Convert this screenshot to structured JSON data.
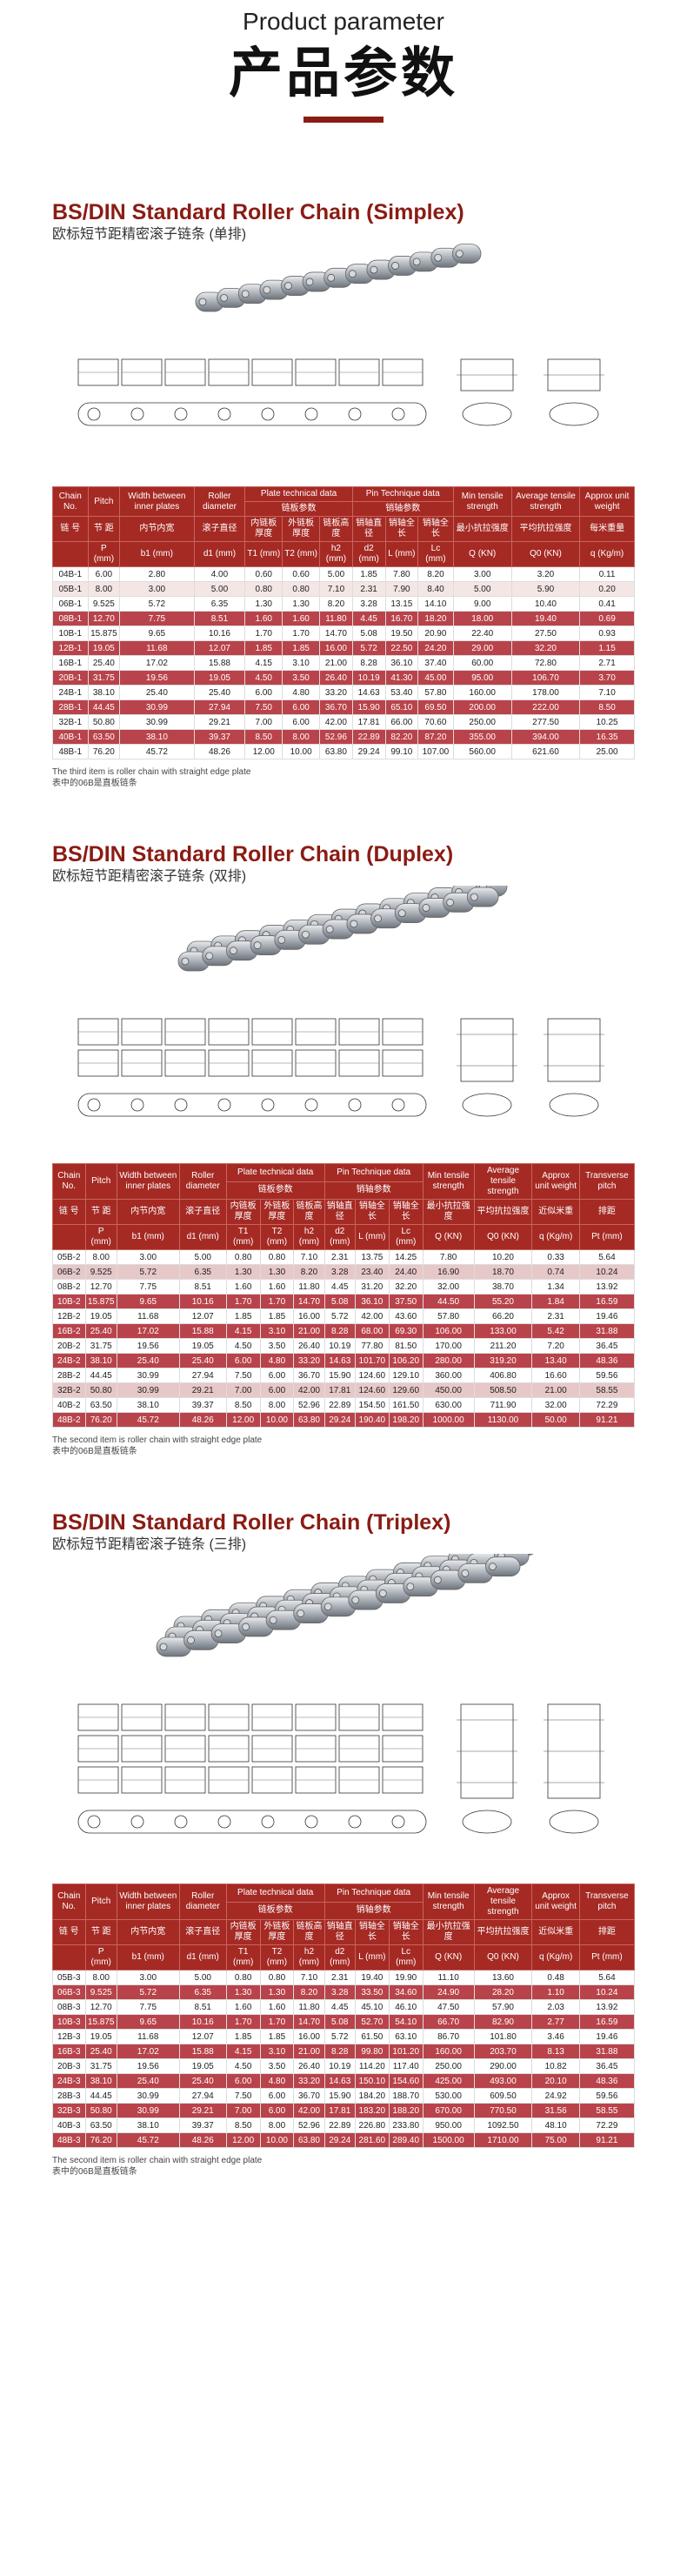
{
  "header": {
    "title_en": "Product parameter",
    "title_cn": "产品参数"
  },
  "sections": [
    {
      "title": "BS/DIN Standard Roller Chain (Simplex)",
      "subtitle": "欧标短节距精密滚子链条 (单排)",
      "head": {
        "chain_no": "Chain No.",
        "pitch": "Pitch",
        "width": "Width between inner plates",
        "roller": "Roller diameter",
        "plate": "Plate technical data",
        "pin": "Pin Technique data",
        "min_tensile": "Min tensile strength",
        "avg_tensile": "Average tensile strength",
        "weight": "Approx unit weight"
      },
      "head_cn": {
        "chain_no": "链 号",
        "pitch": "节 距",
        "width": "内节内宽",
        "roller": "滚子直径",
        "plate": "链板参数",
        "pin": "销轴参数",
        "t1": "内链板厚度",
        "t2": "外链板厚度",
        "h2": "链板高度",
        "d2": "销轴直径",
        "l": "销轴全长",
        "lc": "销轴全长",
        "q": "最小抗拉强度",
        "q0": "平均抗拉强度",
        "q_w": "每米重量"
      },
      "units": [
        "P (mm)",
        "b1 (mm)",
        "d1 (mm)",
        "T1 (mm)",
        "T2 (mm)",
        "h2 (mm)",
        "d2 (mm)",
        "L (mm)",
        "Lc (mm)",
        "Q (KN)",
        "Q0 (KN)",
        "q (Kg/m)"
      ],
      "rows": [
        [
          "04B-1",
          "6.00",
          "2.80",
          "4.00",
          "0.60",
          "0.60",
          "5.00",
          "1.85",
          "7.80",
          "8.20",
          "3.00",
          "3.20",
          "0.11"
        ],
        [
          "05B-1",
          "8.00",
          "3.00",
          "5.00",
          "0.80",
          "0.80",
          "7.10",
          "2.31",
          "7.90",
          "8.40",
          "5.00",
          "5.90",
          "0.20"
        ],
        [
          "06B-1",
          "9.525",
          "5.72",
          "6.35",
          "1.30",
          "1.30",
          "8.20",
          "3.28",
          "13.15",
          "14.10",
          "9.00",
          "10.40",
          "0.41"
        ],
        [
          "08B-1",
          "12.70",
          "7.75",
          "8.51",
          "1.60",
          "1.60",
          "11.80",
          "4.45",
          "16.70",
          "18.20",
          "18.00",
          "19.40",
          "0.69"
        ],
        [
          "10B-1",
          "15.875",
          "9.65",
          "10.16",
          "1.70",
          "1.70",
          "14.70",
          "5.08",
          "19.50",
          "20.90",
          "22.40",
          "27.50",
          "0.93"
        ],
        [
          "12B-1",
          "19.05",
          "11.68",
          "12.07",
          "1.85",
          "1.85",
          "16.00",
          "5.72",
          "22.50",
          "24.20",
          "29.00",
          "32.20",
          "1.15"
        ],
        [
          "16B-1",
          "25.40",
          "17.02",
          "15.88",
          "4.15",
          "3.10",
          "21.00",
          "8.28",
          "36.10",
          "37.40",
          "60.00",
          "72.80",
          "2.71"
        ],
        [
          "20B-1",
          "31.75",
          "19.56",
          "19.05",
          "4.50",
          "3.50",
          "26.40",
          "10.19",
          "41.30",
          "45.00",
          "95.00",
          "106.70",
          "3.70"
        ],
        [
          "24B-1",
          "38.10",
          "25.40",
          "25.40",
          "6.00",
          "4.80",
          "33.20",
          "14.63",
          "53.40",
          "57.80",
          "160.00",
          "178.00",
          "7.10"
        ],
        [
          "28B-1",
          "44.45",
          "30.99",
          "27.94",
          "7.50",
          "6.00",
          "36.70",
          "15.90",
          "65.10",
          "69.50",
          "200.00",
          "222.00",
          "8.50"
        ],
        [
          "32B-1",
          "50.80",
          "30.99",
          "29.21",
          "7.00",
          "6.00",
          "42.00",
          "17.81",
          "66.00",
          "70.60",
          "250.00",
          "277.50",
          "10.25"
        ],
        [
          "40B-1",
          "63.50",
          "38.10",
          "39.37",
          "8.50",
          "8.00",
          "52.96",
          "22.89",
          "82.20",
          "87.20",
          "355.00",
          "394.00",
          "16.35"
        ],
        [
          "48B-1",
          "76.20",
          "45.72",
          "48.26",
          "12.00",
          "10.00",
          "63.80",
          "29.24",
          "99.10",
          "107.00",
          "560.00",
          "621.60",
          "25.00"
        ]
      ],
      "row_class": [
        "",
        "alt",
        "",
        "hl",
        "",
        "hl",
        "",
        "hl",
        "",
        "hl",
        "",
        "hl",
        ""
      ],
      "note_en": "The third item is roller chain with straight edge plate",
      "note_cn": "表中的06B是直板链条"
    },
    {
      "title": "BS/DIN Standard Roller Chain (Duplex)",
      "subtitle": "欧标短节距精密滚子链条 (双排)",
      "head": {
        "chain_no": "Chain No.",
        "pitch": "Pitch",
        "width": "Width between inner plates",
        "roller": "Roller diameter",
        "plate": "Plate technical data",
        "pin": "Pin Technique data",
        "min_tensile": "Min tensile strength",
        "avg_tensile": "Average tensile strength",
        "weight": "Approx unit weight",
        "transverse": "Transverse pitch"
      },
      "head_cn": {
        "chain_no": "链 号",
        "pitch": "节 距",
        "width": "内节内宽",
        "roller": "滚子直径",
        "plate": "链板参数",
        "pin": "销轴参数",
        "t1": "内链板厚度",
        "t2": "外链板厚度",
        "h2": "链板高度",
        "d2": "销轴直径",
        "l": "销轴全长",
        "lc": "销轴全长",
        "q": "最小抗拉强度",
        "q0": "平均抗拉强度",
        "q_w": "近似米重",
        "pt": "排距"
      },
      "units": [
        "P (mm)",
        "b1 (mm)",
        "d1 (mm)",
        "T1 (mm)",
        "T2 (mm)",
        "h2 (mm)",
        "d2 (mm)",
        "L (mm)",
        "Lc (mm)",
        "Q (KN)",
        "Q0 (KN)",
        "q (Kg/m)",
        "Pt (mm)"
      ],
      "rows": [
        [
          "05B-2",
          "8.00",
          "3.00",
          "5.00",
          "0.80",
          "0.80",
          "7.10",
          "2.31",
          "13.75",
          "14.25",
          "7.80",
          "10.20",
          "0.33",
          "5.64"
        ],
        [
          "06B-2",
          "9.525",
          "5.72",
          "6.35",
          "1.30",
          "1.30",
          "8.20",
          "3.28",
          "23.40",
          "24.40",
          "16.90",
          "18.70",
          "0.74",
          "10.24"
        ],
        [
          "08B-2",
          "12.70",
          "7.75",
          "8.51",
          "1.60",
          "1.60",
          "11.80",
          "4.45",
          "31.20",
          "32.20",
          "32.00",
          "38.70",
          "1.34",
          "13.92"
        ],
        [
          "10B-2",
          "15.875",
          "9.65",
          "10.16",
          "1.70",
          "1.70",
          "14.70",
          "5.08",
          "36.10",
          "37.50",
          "44.50",
          "55.20",
          "1.84",
          "16.59"
        ],
        [
          "12B-2",
          "19.05",
          "11.68",
          "12.07",
          "1.85",
          "1.85",
          "16.00",
          "5.72",
          "42.00",
          "43.60",
          "57.80",
          "66.20",
          "2.31",
          "19.46"
        ],
        [
          "16B-2",
          "25.40",
          "17.02",
          "15.88",
          "4.15",
          "3.10",
          "21.00",
          "8.28",
          "68.00",
          "69.30",
          "106.00",
          "133.00",
          "5.42",
          "31.88"
        ],
        [
          "20B-2",
          "31.75",
          "19.56",
          "19.05",
          "4.50",
          "3.50",
          "26.40",
          "10.19",
          "77.80",
          "81.50",
          "170.00",
          "211.20",
          "7.20",
          "36.45"
        ],
        [
          "24B-2",
          "38.10",
          "25.40",
          "25.40",
          "6.00",
          "4.80",
          "33.20",
          "14.63",
          "101.70",
          "106.20",
          "280.00",
          "319.20",
          "13.40",
          "48.36"
        ],
        [
          "28B-2",
          "44.45",
          "30.99",
          "27.94",
          "7.50",
          "6.00",
          "36.70",
          "15.90",
          "124.60",
          "129.10",
          "360.00",
          "406.80",
          "16.60",
          "59.56"
        ],
        [
          "32B-2",
          "50.80",
          "30.99",
          "29.21",
          "7.00",
          "6.00",
          "42.00",
          "17.81",
          "124.60",
          "129.60",
          "450.00",
          "508.50",
          "21.00",
          "58.55"
        ],
        [
          "40B-2",
          "63.50",
          "38.10",
          "39.37",
          "8.50",
          "8.00",
          "52.96",
          "22.89",
          "154.50",
          "161.50",
          "630.00",
          "711.90",
          "32.00",
          "72.29"
        ],
        [
          "48B-2",
          "76.20",
          "45.72",
          "48.26",
          "12.00",
          "10.00",
          "63.80",
          "29.24",
          "190.40",
          "198.20",
          "1000.00",
          "1130.00",
          "50.00",
          "91.21"
        ]
      ],
      "row_class": [
        "",
        "k",
        "",
        "hl",
        "",
        "hl",
        "",
        "hl",
        "",
        "k",
        "",
        "hl"
      ],
      "note_en": "The second item is roller chain with straight edge plate",
      "note_cn": "表中的06B是直板链条"
    },
    {
      "title": "BS/DIN Standard Roller Chain (Triplex)",
      "subtitle": "欧标短节距精密滚子链条 (三排)",
      "head": {
        "chain_no": "Chain No.",
        "pitch": "Pitch",
        "width": "Width between inner plates",
        "roller": "Roller diameter",
        "plate": "Plate technical data",
        "pin": "Pin Technique data",
        "min_tensile": "Min tensile strength",
        "avg_tensile": "Average tensile strength",
        "weight": "Approx unit weight",
        "transverse": "Transverse pitch"
      },
      "head_cn": {
        "chain_no": "链 号",
        "pitch": "节 距",
        "width": "内节内宽",
        "roller": "滚子直径",
        "plate": "链板参数",
        "pin": "销轴参数",
        "t1": "内链板厚度",
        "t2": "外链板厚度",
        "h2": "链板高度",
        "d2": "销轴直径",
        "l": "销轴全长",
        "lc": "销轴全长",
        "q": "最小抗拉强度",
        "q0": "平均抗拉强度",
        "q_w": "近似米重",
        "pt": "排距"
      },
      "units": [
        "P (mm)",
        "b1 (mm)",
        "d1 (mm)",
        "T1 (mm)",
        "T2 (mm)",
        "h2 (mm)",
        "d2 (mm)",
        "L (mm)",
        "Lc (mm)",
        "Q (KN)",
        "Q0 (KN)",
        "q (Kg/m)",
        "Pt (mm)"
      ],
      "rows": [
        [
          "05B-3",
          "8.00",
          "3.00",
          "5.00",
          "0.80",
          "0.80",
          "7.10",
          "2.31",
          "19.40",
          "19.90",
          "11.10",
          "13.60",
          "0.48",
          "5.64"
        ],
        [
          "06B-3",
          "9.525",
          "5.72",
          "6.35",
          "1.30",
          "1.30",
          "8.20",
          "3.28",
          "33.50",
          "34.60",
          "24.90",
          "28.20",
          "1.10",
          "10.24"
        ],
        [
          "08B-3",
          "12.70",
          "7.75",
          "8.51",
          "1.60",
          "1.60",
          "11.80",
          "4.45",
          "45.10",
          "46.10",
          "47.50",
          "57.90",
          "2.03",
          "13.92"
        ],
        [
          "10B-3",
          "15.875",
          "9.65",
          "10.16",
          "1.70",
          "1.70",
          "14.70",
          "5.08",
          "52.70",
          "54.10",
          "66.70",
          "82.90",
          "2.77",
          "16.59"
        ],
        [
          "12B-3",
          "19.05",
          "11.68",
          "12.07",
          "1.85",
          "1.85",
          "16.00",
          "5.72",
          "61.50",
          "63.10",
          "86.70",
          "101.80",
          "3.46",
          "19.46"
        ],
        [
          "16B-3",
          "25.40",
          "17.02",
          "15.88",
          "4.15",
          "3.10",
          "21.00",
          "8.28",
          "99.80",
          "101.20",
          "160.00",
          "203.70",
          "8.13",
          "31.88"
        ],
        [
          "20B-3",
          "31.75",
          "19.56",
          "19.05",
          "4.50",
          "3.50",
          "26.40",
          "10.19",
          "114.20",
          "117.40",
          "250.00",
          "290.00",
          "10.82",
          "36.45"
        ],
        [
          "24B-3",
          "38.10",
          "25.40",
          "25.40",
          "6.00",
          "4.80",
          "33.20",
          "14.63",
          "150.10",
          "154.60",
          "425.00",
          "493.00",
          "20.10",
          "48.36"
        ],
        [
          "28B-3",
          "44.45",
          "30.99",
          "27.94",
          "7.50",
          "6.00",
          "36.70",
          "15.90",
          "184.20",
          "188.70",
          "530.00",
          "609.50",
          "24.92",
          "59.56"
        ],
        [
          "32B-3",
          "50.80",
          "30.99",
          "29.21",
          "7.00",
          "6.00",
          "42.00",
          "17.81",
          "183.20",
          "188.20",
          "670.00",
          "770.50",
          "31.56",
          "58.55"
        ],
        [
          "40B-3",
          "63.50",
          "38.10",
          "39.37",
          "8.50",
          "8.00",
          "52.96",
          "22.89",
          "226.80",
          "233.80",
          "950.00",
          "1092.50",
          "48.10",
          "72.29"
        ],
        [
          "48B-3",
          "76.20",
          "45.72",
          "48.26",
          "12.00",
          "10.00",
          "63.80",
          "29.24",
          "281.60",
          "289.40",
          "1500.00",
          "1710.00",
          "75.00",
          "91.21"
        ]
      ],
      "row_class": [
        "",
        "hl",
        "",
        "hl",
        "",
        "hl",
        "",
        "hl",
        "",
        "hl",
        "",
        "hl"
      ],
      "note_en": "The second item is roller chain with straight edge plate",
      "note_cn": "表中的06B是直板链条"
    }
  ],
  "colors": {
    "accent": "#8a1c14",
    "header_bg": "#a52a24",
    "highlight_row": "#b9434a"
  },
  "icons": [
    "chain-photo",
    "chain-top-view-drawing",
    "chain-side-view-drawing",
    "chain-cross-section-drawing"
  ]
}
